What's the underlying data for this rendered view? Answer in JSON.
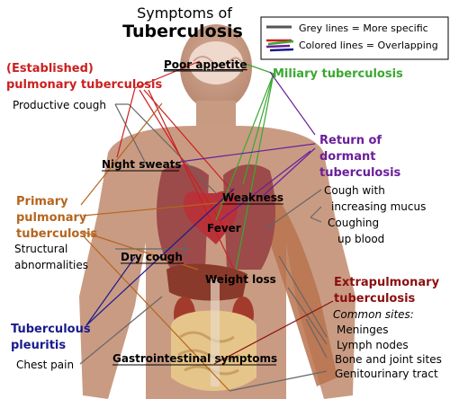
{
  "title": {
    "line1": "Symptoms of",
    "line2": "Tuberculosis"
  },
  "legend": {
    "grey": "Grey lines = More specific",
    "colored": "Colored lines = Overlapping"
  },
  "categories": {
    "established_1": "(Established)",
    "established_2": "pulmonary tuberculosis",
    "miliary": "Miliary tuberculosis",
    "return_1": "Return of",
    "return_2": "dormant",
    "return_3": "tuberculosis",
    "primary_1": "Primary",
    "primary_2": "pulmonary",
    "primary_3": "tuberculosis",
    "pleuritis_1": "Tuberculous",
    "pleuritis_2": "pleuritis",
    "extra_1": "Extrapulmonary",
    "extra_2": "tuberculosis",
    "common_sites": "Common sites:"
  },
  "symptoms": {
    "poor_appetite": "Poor appetite",
    "productive_cough": "Productive cough",
    "night_sweats": "Night sweats",
    "weakness": "Weakness",
    "fever": "Fever",
    "structural_1": "Structural",
    "structural_2": "abnormalities",
    "dry_cough": "Dry cough",
    "weight_loss": "Weight loss",
    "chest_pain": "Chest pain",
    "gi": "Gastrointestinal symptoms",
    "cough_mucus_1": "Cough with",
    "cough_mucus_2": "increasing mucus",
    "cough_blood_1": "Coughing",
    "cough_blood_2": "up blood"
  },
  "sites": [
    "Meninges",
    "Lymph nodes",
    "Bone and joint sites",
    "Genitourinary tract"
  ],
  "colors": {
    "established": "#cc1f1f",
    "miliary": "#3aa830",
    "return": "#6a1f9a",
    "primary": "#b5651d",
    "pleuritis": "#1a1a8c",
    "extra": "#8b0f0f",
    "grey_line": "#666666",
    "body_skin": "#c79a82"
  }
}
